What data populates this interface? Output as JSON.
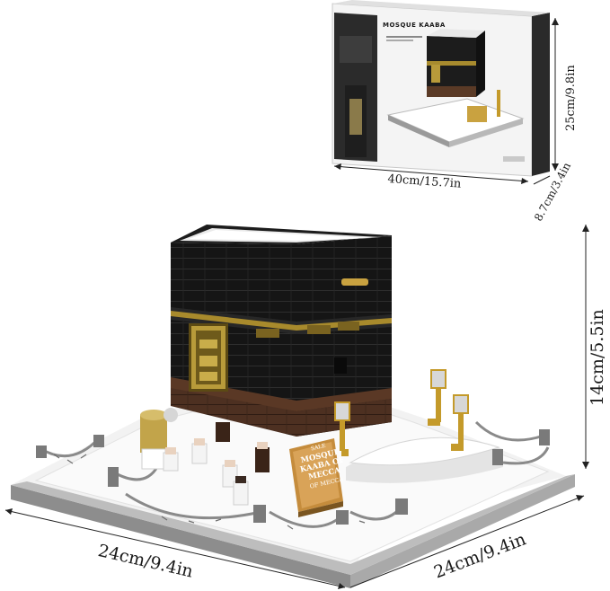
{
  "box": {
    "title": "MOSQUE KAABA",
    "width_label": "40cm/15.7in",
    "height_label": "25cm/9.8in",
    "depth_label": "8.7cm/3.4in"
  },
  "model": {
    "sign_text_line1": "MOSQUE",
    "sign_text_line2": "KAABA OF",
    "sign_text_line3": "MECCA",
    "sign_text_line4": "OF MECCA",
    "sign_header": "SALE",
    "height_label": "14cm/5.5in",
    "width_label": "24cm/9.4in",
    "depth_label": "24cm/9.4in"
  }
}
